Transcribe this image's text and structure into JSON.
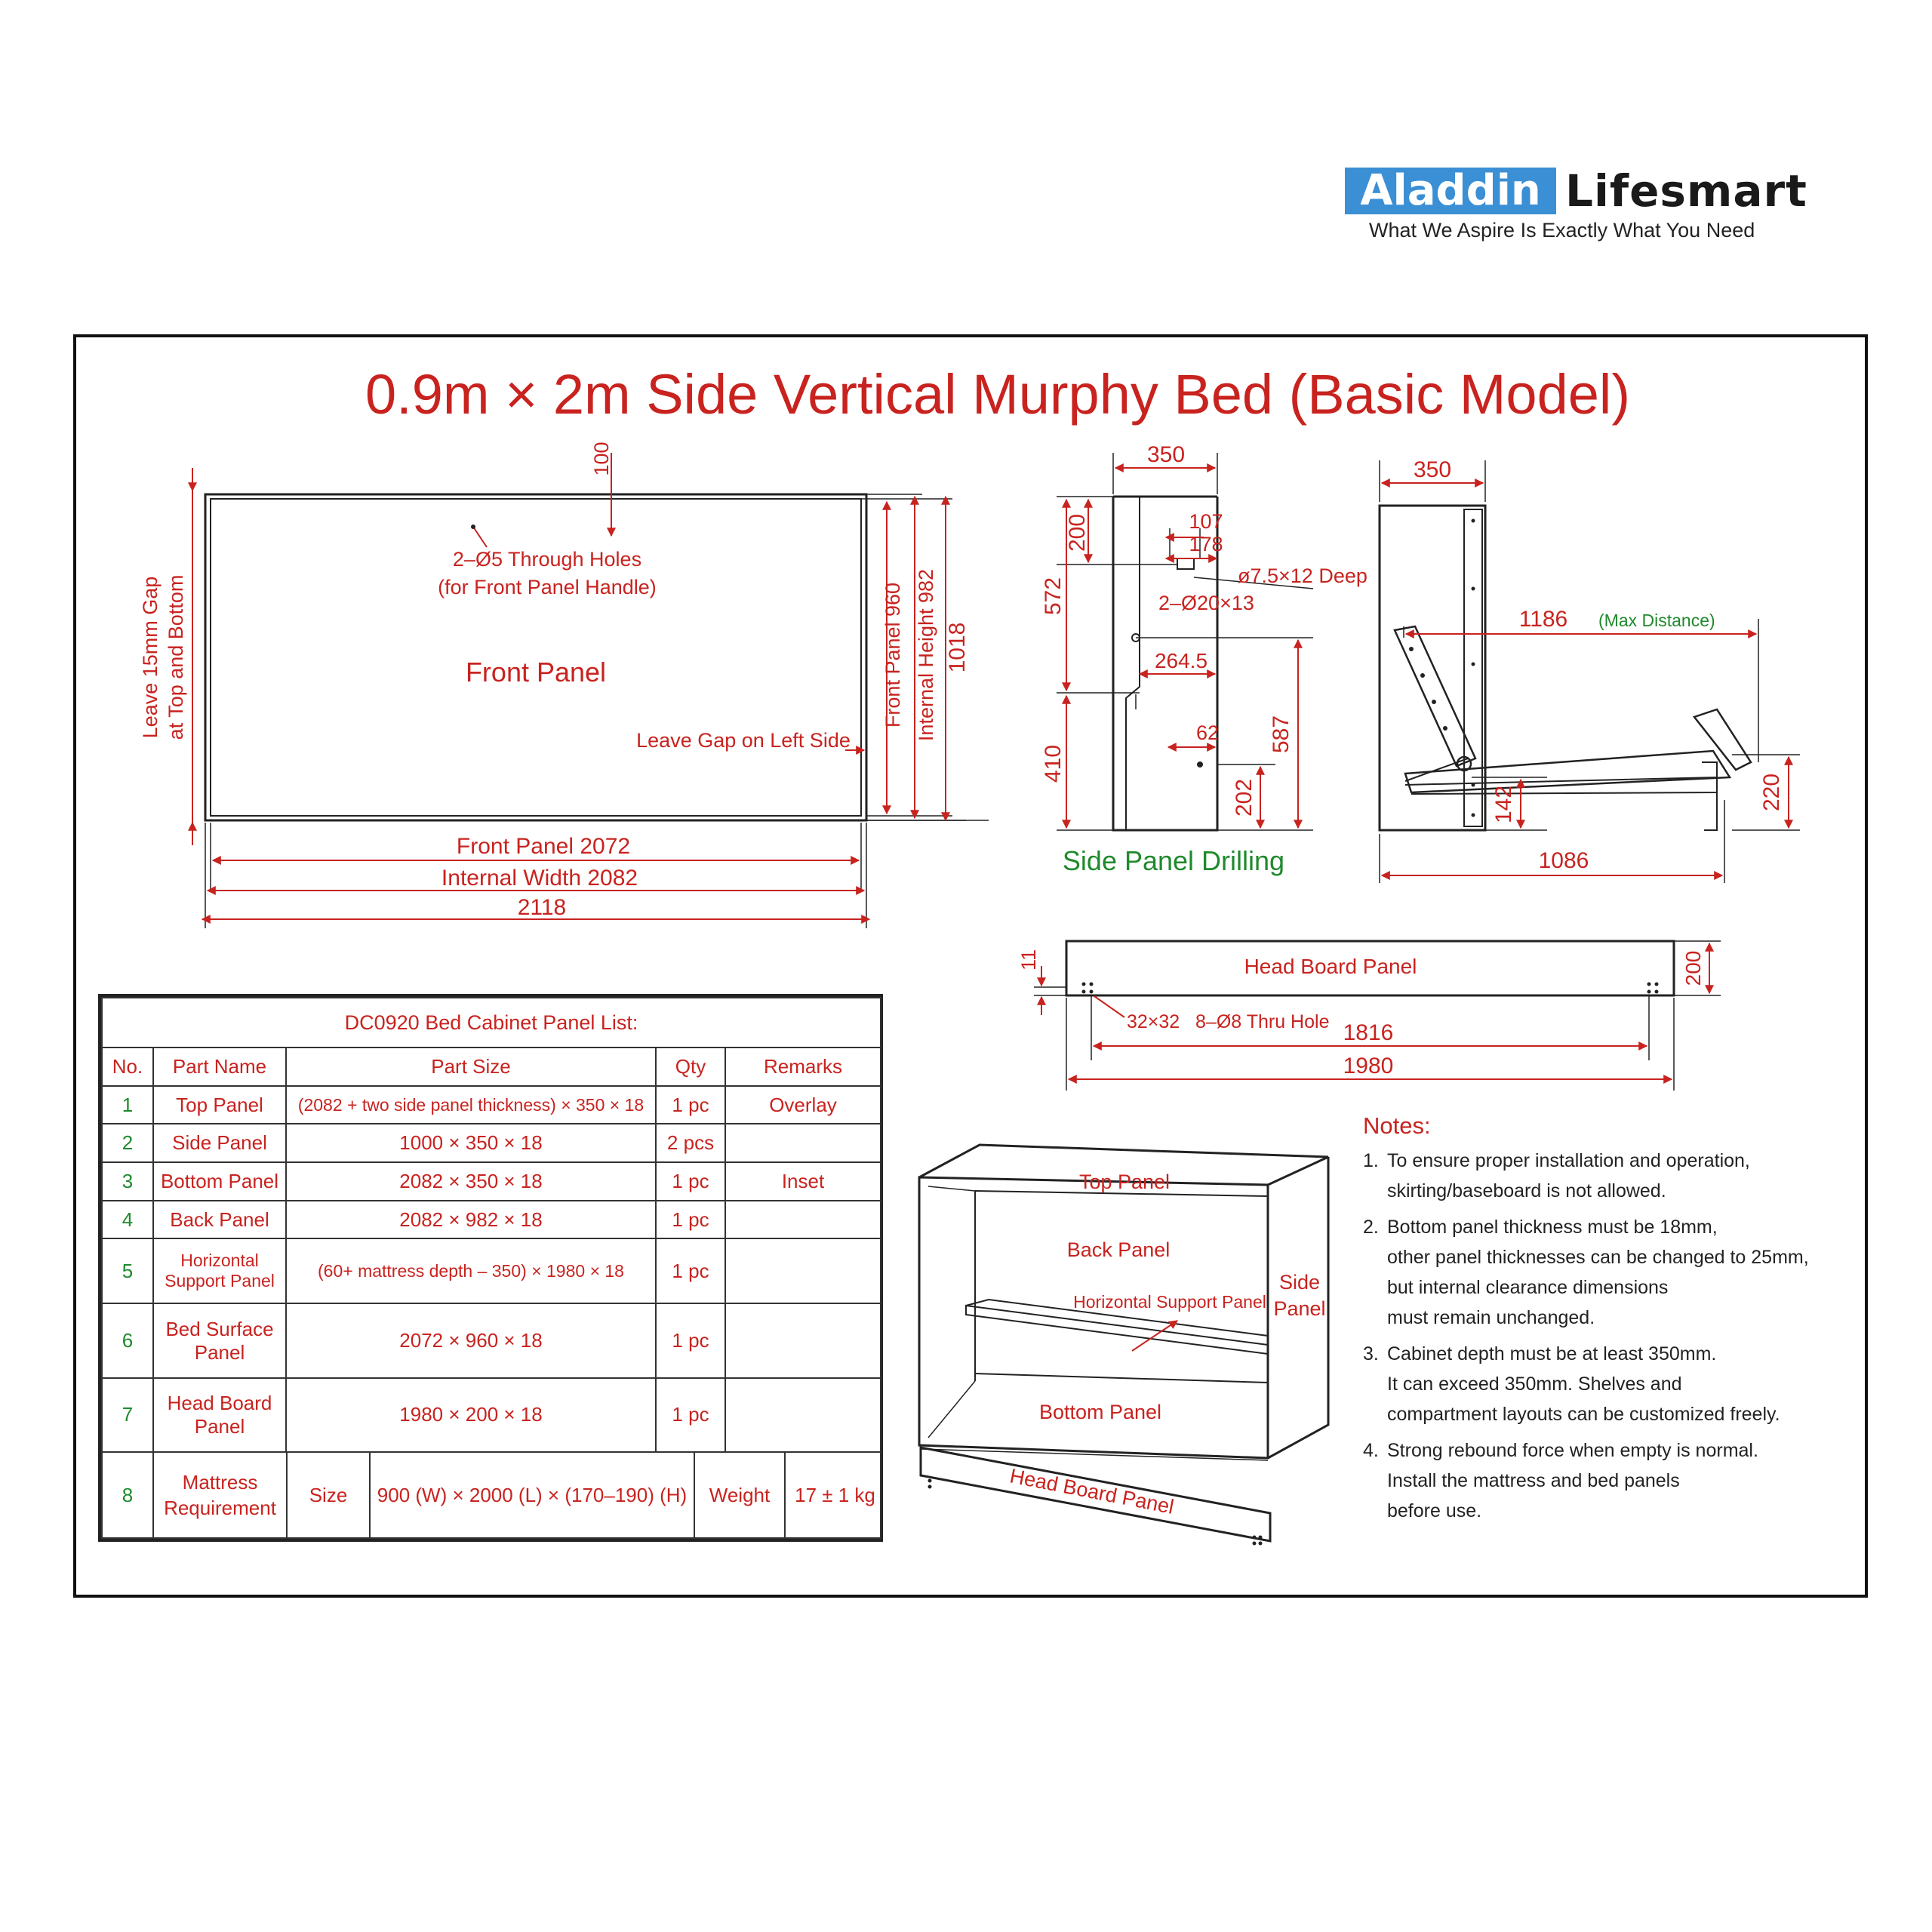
{
  "brand": {
    "name_box": "Aladdin",
    "name_word": "Lifesmart",
    "tagline": "What We Aspire Is Exactly What You Need",
    "box_color": "#3b8fd4"
  },
  "title": "0.9m × 2m Side Vertical Murphy Bed (Basic Model)",
  "front_view": {
    "gap_note_1": "Leave 15mm Gap",
    "gap_note_2": "at Top and Bottom",
    "dim_100": "100",
    "holes_1": "2–Ø5 Through Holes",
    "holes_2": "(for Front Panel Handle)",
    "panel_label": "Front Panel",
    "gap_left": "Leave Gap on Left Side",
    "front_panel_960": "Front Panel 960",
    "internal_height": "Internal Height 982",
    "dim_1018": "1018",
    "front_panel_2072": "Front Panel 2072",
    "internal_width": "Internal Width 2082",
    "dim_2118": "2118"
  },
  "side_drilling": {
    "dim_350": "350",
    "dim_200": "200",
    "dim_107": "107",
    "dim_178": "178",
    "deep_hole": "ø7.5×12 Deep",
    "dim_572": "572",
    "holes_20": "2–Ø20×13",
    "dim_264": "264.5",
    "dim_62": "62",
    "dim_587": "587",
    "dim_410": "410",
    "dim_202": "202",
    "caption": "Side Panel Drilling"
  },
  "mechanism": {
    "dim_350": "350",
    "dim_1186": "1186",
    "max_distance": "(Max Distance)",
    "dim_142": "142",
    "dim_220": "220",
    "dim_1086": "1086"
  },
  "headboard": {
    "dim_11": "11",
    "label": "Head Board Panel",
    "dim_200": "200",
    "holes": "32×32   8–Ø8 Thru Hole",
    "dim_1816": "1816",
    "dim_1980": "1980"
  },
  "panel_list": {
    "caption": "DC0920 Bed Cabinet Panel List:",
    "headers": [
      "No.",
      "Part Name",
      "Part Size",
      "Qty",
      "Remarks"
    ],
    "rows": [
      [
        "1",
        "Top Panel",
        "(2082 + two side panel thickness) × 350 × 18",
        "1 pc",
        "Overlay"
      ],
      [
        "2",
        "Side Panel",
        "1000 × 350 × 18",
        "2 pcs",
        ""
      ],
      [
        "3",
        "Bottom Panel",
        "2082 × 350 × 18",
        "1 pc",
        "Inset"
      ],
      [
        "4",
        "Back Panel",
        "2082 × 982 × 18",
        "1 pc",
        ""
      ],
      [
        "5",
        "Horizontal Support Panel",
        "(60+ mattress depth – 350) × 1980 × 18",
        "1 pc",
        ""
      ],
      [
        "6",
        "Bed Surface Panel",
        "2072 × 960 × 18",
        "1 pc",
        ""
      ],
      [
        "7",
        "Head Board Panel",
        "1980 × 200 × 18",
        "1 pc",
        ""
      ]
    ],
    "mattress": {
      "no": "8",
      "label_1": "Mattress",
      "label_2": "Requirement",
      "size_label": "Size",
      "size_value": "900 (W) × 2000 (L) × (170–190) (H)",
      "weight_label": "Weight",
      "weight_value": "17 ± 1 kg"
    }
  },
  "cabinet_view": {
    "top": "Top Panel",
    "back": "Back Panel",
    "side_1": "Side",
    "side_2": "Panel",
    "support": "Horizontal Support Panel",
    "bottom": "Bottom Panel",
    "headboard": "Head Board Panel"
  },
  "notes": {
    "title": "Notes:",
    "items": [
      {
        "n": "1.",
        "lines": [
          "To ensure proper installation and operation,",
          "skirting/baseboard is not allowed."
        ]
      },
      {
        "n": "2.",
        "lines": [
          "Bottom panel thickness must be 18mm,",
          "other panel thicknesses can be changed to 25mm,",
          "but internal clearance dimensions",
          "must remain unchanged."
        ]
      },
      {
        "n": "3.",
        "lines": [
          "Cabinet depth must be at least 350mm.",
          "It can exceed 350mm. Shelves and",
          "compartment layouts can be customized freely."
        ]
      },
      {
        "n": "4.",
        "lines": [
          "Strong rebound force when empty is normal.",
          "Install the mattress and bed panels",
          "before use."
        ]
      }
    ]
  },
  "colors": {
    "dimension": "#c8231f",
    "caption": "#1f8a2d",
    "line": "#222222"
  }
}
